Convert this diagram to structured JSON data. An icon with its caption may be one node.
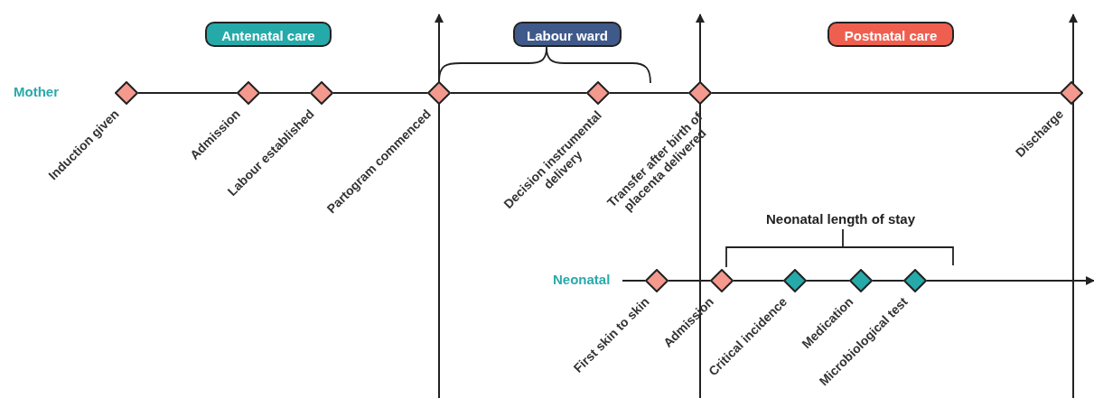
{
  "diagram": {
    "nodes": [
      {
        "text": [
          "Antenatal care"
        ]
      },
      {
        "text": [
          "Labour ward"
        ]
      },
      {
        "text": [
          "Postnatal care"
        ]
      },
      {
        "text": [],
        "shape": "diamond",
        "beside": [
          "Induction given"
        ]
      },
      {
        "text": [],
        "shape": "diamond",
        "beside": [
          "Admission"
        ]
      },
      {
        "text": [],
        "shape": "diamond",
        "beside": [
          "Labour established"
        ]
      },
      {
        "text": [],
        "shape": "diamond",
        "beside": [
          "Partogram commenced"
        ]
      },
      {
        "text": [],
        "shape": "diamond",
        "beside": [
          "Decision instrumental delivery"
        ]
      },
      {
        "text": [],
        "shape": "diamond",
        "beside": [
          "Transfer after birth of placenta delivered"
        ]
      },
      {
        "text": [],
        "shape": "diamond",
        "beside": [
          "Discharge"
        ]
      },
      {
        "text": [],
        "shape": "diamond",
        "beside": [
          "First skin to skin"
        ]
      },
      {
        "text": [],
        "shape": "diamond",
        "beside": [
          "Admission"
        ]
      },
      {
        "text": [],
        "shape": "diamond",
        "beside": [
          "Critical incidence"
        ]
      },
      {
        "text": [],
        "shape": "diamond",
        "beside": [
          "Medication"
        ]
      },
      {
        "text": [],
        "shape": "diamond",
        "beside": [
          "Microbiological test"
        ]
      }
    ],
    "edges": [
      {
        "from": 3,
        "to": 4,
        "arrow": "none"
      },
      {
        "from": 4,
        "to": 5,
        "arrow": "none"
      },
      {
        "from": 5,
        "to": 6,
        "arrow": "none"
      },
      {
        "from": 6,
        "to": 7,
        "arrow": "none"
      },
      {
        "from": 7,
        "to": 8,
        "arrow": "none"
      },
      {
        "from": 8,
        "to": 9,
        "arrow": "none"
      },
      {
        "from": null,
        "to": 10,
        "arrow": "none"
      },
      {
        "from": 10,
        "to": 11,
        "arrow": "none"
      },
      {
        "from": 11,
        "to": 12,
        "arrow": "none"
      },
      {
        "from": 12,
        "to": 13,
        "arrow": "none"
      },
      {
        "from": 13,
        "to": 14,
        "arrow": "none"
      },
      {
        "from": 14,
        "to": null,
        "arrow": "to"
      }
    ],
    "labels": [
      "Mother",
      "Neonatal length of stay",
      "Neonatal"
    ]
  }
}
